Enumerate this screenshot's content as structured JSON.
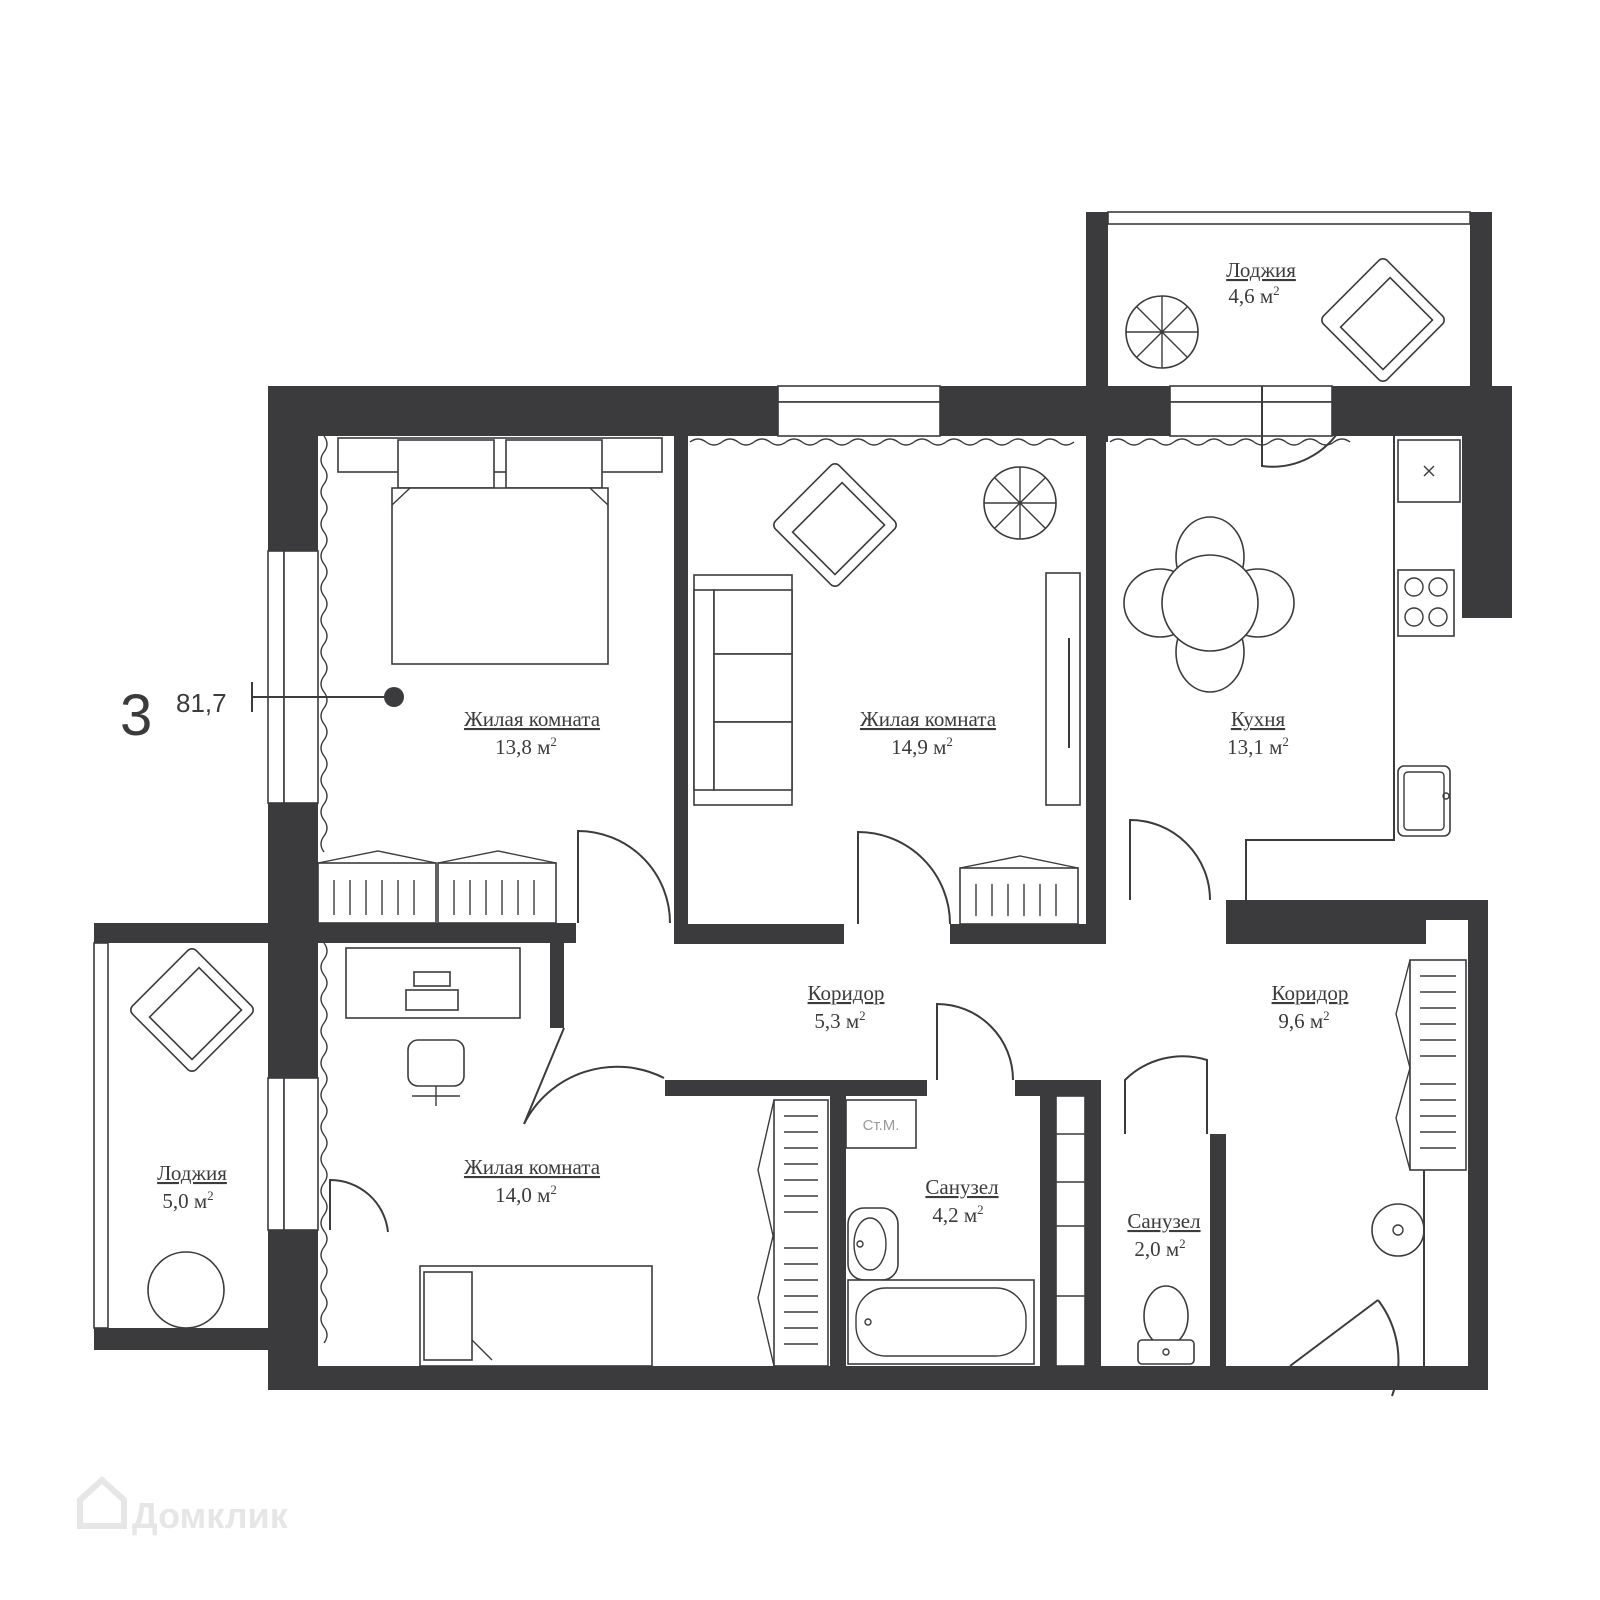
{
  "apartment": {
    "rooms_count": "3",
    "total_area": "81,7"
  },
  "rooms": [
    {
      "id": "loggia-top",
      "name": "Лоджия",
      "area": "4,6 м",
      "sup": "2"
    },
    {
      "id": "living-1",
      "name": "Жилая комната",
      "area": "13,8 м",
      "sup": "2"
    },
    {
      "id": "living-2",
      "name": "Жилая комната",
      "area": "14,9 м",
      "sup": "2"
    },
    {
      "id": "kitchen",
      "name": "Кухня",
      "area": "13,1 м",
      "sup": "2"
    },
    {
      "id": "corridor-1",
      "name": "Коридор",
      "area": "5,3 м",
      "sup": "2"
    },
    {
      "id": "corridor-2",
      "name": "Коридор",
      "area": "9,6 м",
      "sup": "2"
    },
    {
      "id": "living-3",
      "name": "Жилая комната",
      "area": "14,0 м",
      "sup": "2"
    },
    {
      "id": "loggia-left",
      "name": "Лоджия",
      "area": "5,0 м",
      "sup": "2"
    },
    {
      "id": "bathroom-1",
      "name": "Санузел",
      "area": "4,2 м",
      "sup": "2"
    },
    {
      "id": "bathroom-2",
      "name": "Санузел",
      "area": "2,0 м",
      "sup": "2"
    }
  ],
  "labels": {
    "washing_machine": "Ст.М."
  },
  "watermark": "Домклик",
  "colors": {
    "wall": "#3b3b3d",
    "background": "#ffffff",
    "watermark": "#e6e6e6"
  }
}
